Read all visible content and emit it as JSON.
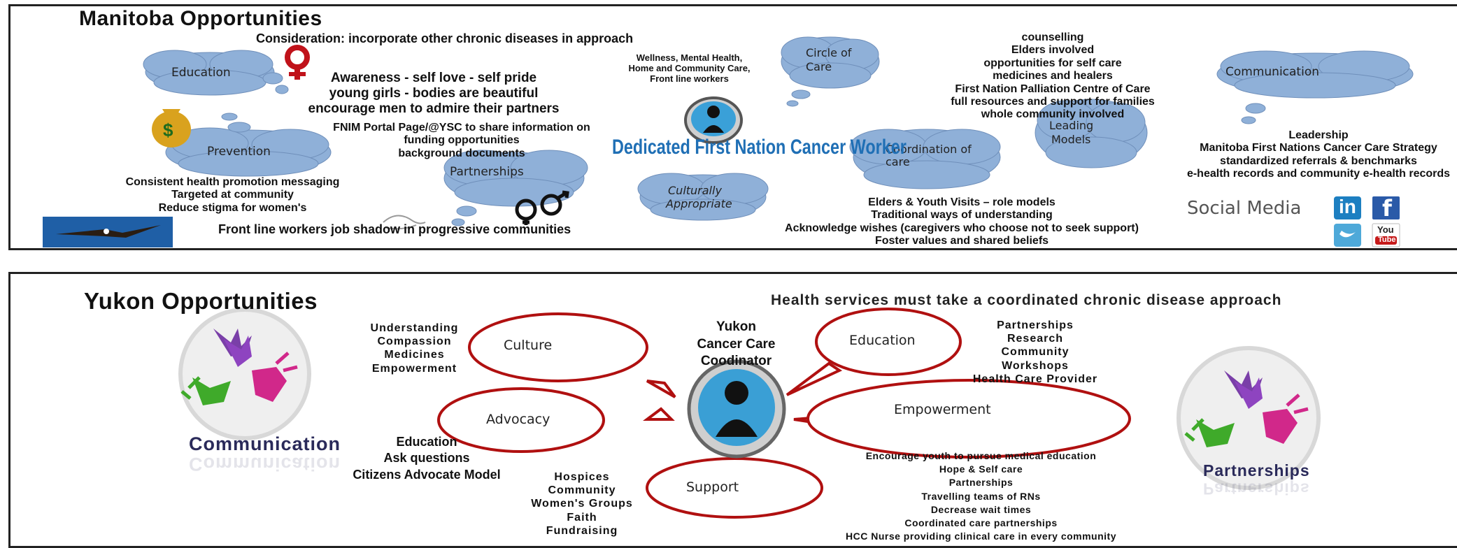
{
  "manitoba": {
    "title": "Manitoba Opportunities",
    "consideration": "Consideration: incorporate other chronic diseases in approach",
    "clouds": {
      "education": "Education",
      "prevention": "Prevention",
      "partnerships": "Partnerships",
      "circle_of_care_1": "Circle of",
      "circle_of_care_2": "Care",
      "culturally_1": "Culturally",
      "culturally_2": "Appropriate",
      "coordination_1": "Coordination of",
      "coordination_2": "care",
      "leading_1": "Leading",
      "leading_2": "Models",
      "communication": "Communication"
    },
    "awareness": [
      "Awareness - self love - self pride",
      "young girls - bodies are beautiful",
      "encourage men to admire their partners"
    ],
    "wellness": [
      "Wellness, Mental Health,",
      "Home and Community Care,",
      "Front line workers"
    ],
    "fnim": [
      "FNIM Portal Page/@YSC to share information on",
      "funding opportunities",
      "background documents"
    ],
    "health_promo": [
      "Consistent health promotion messaging",
      "Targeted at community",
      "Reduce stigma for women's"
    ],
    "front_line": "Front line workers job shadow in progressive communities",
    "dedicated": "Dedicated First Nation Cancer Worker",
    "care_list": [
      "counselling",
      "Elders involved",
      "opportunities for self care",
      "medicines and healers",
      "First Nation Palliation Centre of Care",
      "full resources and support for families",
      "whole community involved"
    ],
    "leadership": [
      "Leadership",
      "Manitoba First Nations Cancer Care Strategy",
      "standardized referrals & benchmarks",
      "e-health records and community e-health records"
    ],
    "elders": [
      "Elders & Youth Visits – role models",
      "Traditional ways of understanding",
      "Acknowledge wishes (caregivers who choose not to seek support)",
      "Foster values and shared beliefs"
    ],
    "social_media": "Social Media",
    "icons": {
      "linkedin": "in",
      "facebook": "f",
      "youtube_1": "You",
      "youtube_2": "Tube"
    }
  },
  "yukon": {
    "title": "Yukon Opportunities",
    "headline": "Health services must take a coordinated chronic disease approach",
    "center": [
      "Yukon",
      "Cancer Care",
      "Coodinator"
    ],
    "bubbles": {
      "culture": "Culture",
      "advocacy": "Advocacy",
      "support": "Support",
      "education": "Education",
      "empowerment": "Empowerment"
    },
    "culture_list": [
      "Understanding",
      "Compassion",
      "Medicines",
      "Empowerment"
    ],
    "advocacy_list": [
      "Education",
      "Ask questions",
      "Citizens Advocate Model"
    ],
    "support_list": [
      "Hospices",
      "Community",
      "Women's Groups",
      "Faith",
      "Fundraising"
    ],
    "education_list": [
      "Partnerships",
      "Research",
      "Community",
      "Workshops",
      "Health Care Provider"
    ],
    "empowerment_list": [
      "Encourage youth to pursue medical education",
      "Hope & Self care",
      "Partnerships",
      "Travelling teams of RNs",
      "Decrease wait times",
      "Coordinated care partnerships",
      "HCC Nurse providing clinical care in every community"
    ],
    "communication": "Communication",
    "partnerships": "Partnerships"
  },
  "colors": {
    "cloud": "#8fb0d8",
    "bubble_border": "#b01010",
    "dedicated": "#1f6fb5",
    "ghost": "#1a1a4a"
  }
}
